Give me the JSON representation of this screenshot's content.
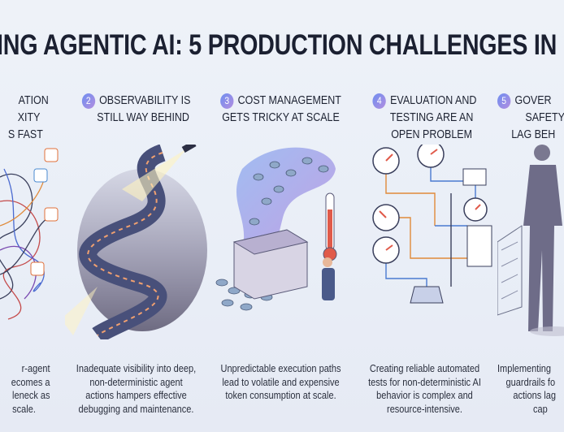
{
  "title": "ING AGENTIC AI: 5 PRODUCTION CHALLENGES IN",
  "colors": {
    "accent_start": "#6f8ff0",
    "accent_end": "#b38de0",
    "title": "#1b2031",
    "background": "#eef2f8"
  },
  "columns": [
    {
      "number": "",
      "heading": [
        "ATION",
        "XITY",
        "S FAST"
      ],
      "description": [
        "r-agent",
        "ecomes a",
        "leneck as",
        "scale."
      ],
      "illustration": "tangled-network-icon"
    },
    {
      "number": "2",
      "heading": [
        "OBSERVABILITY IS",
        "STILL WAY BEHIND"
      ],
      "description": [
        "Inadequate visibility into deep,",
        "non-deterministic agent",
        "actions hampers effective",
        "debugging and maintenance."
      ],
      "illustration": "winding-road-flashlight-icon"
    },
    {
      "number": "3",
      "heading": [
        "COST MANAGEMENT",
        "GETS TRICKY AT SCALE"
      ],
      "description": [
        "Unpredictable execution paths",
        "lead to volatile and expensive",
        "token consumption at scale."
      ],
      "illustration": "coin-flood-thermometer-icon"
    },
    {
      "number": "4",
      "heading": [
        "EVALUATION AND",
        "TESTING ARE AN",
        "OPEN PROBLEM"
      ],
      "description": [
        "Creating reliable automated",
        "tests for non-deterministic AI",
        "behavior is complex and",
        "resource-intensive."
      ],
      "illustration": "gauges-flowchart-icon"
    },
    {
      "number": "5",
      "heading": [
        "GOVER",
        "SAFETY",
        "LAG BEH"
      ],
      "description": [
        "Implementing",
        "guardrails fo",
        "actions lag",
        "cap"
      ],
      "illustration": "figure-fence-icon"
    }
  ]
}
